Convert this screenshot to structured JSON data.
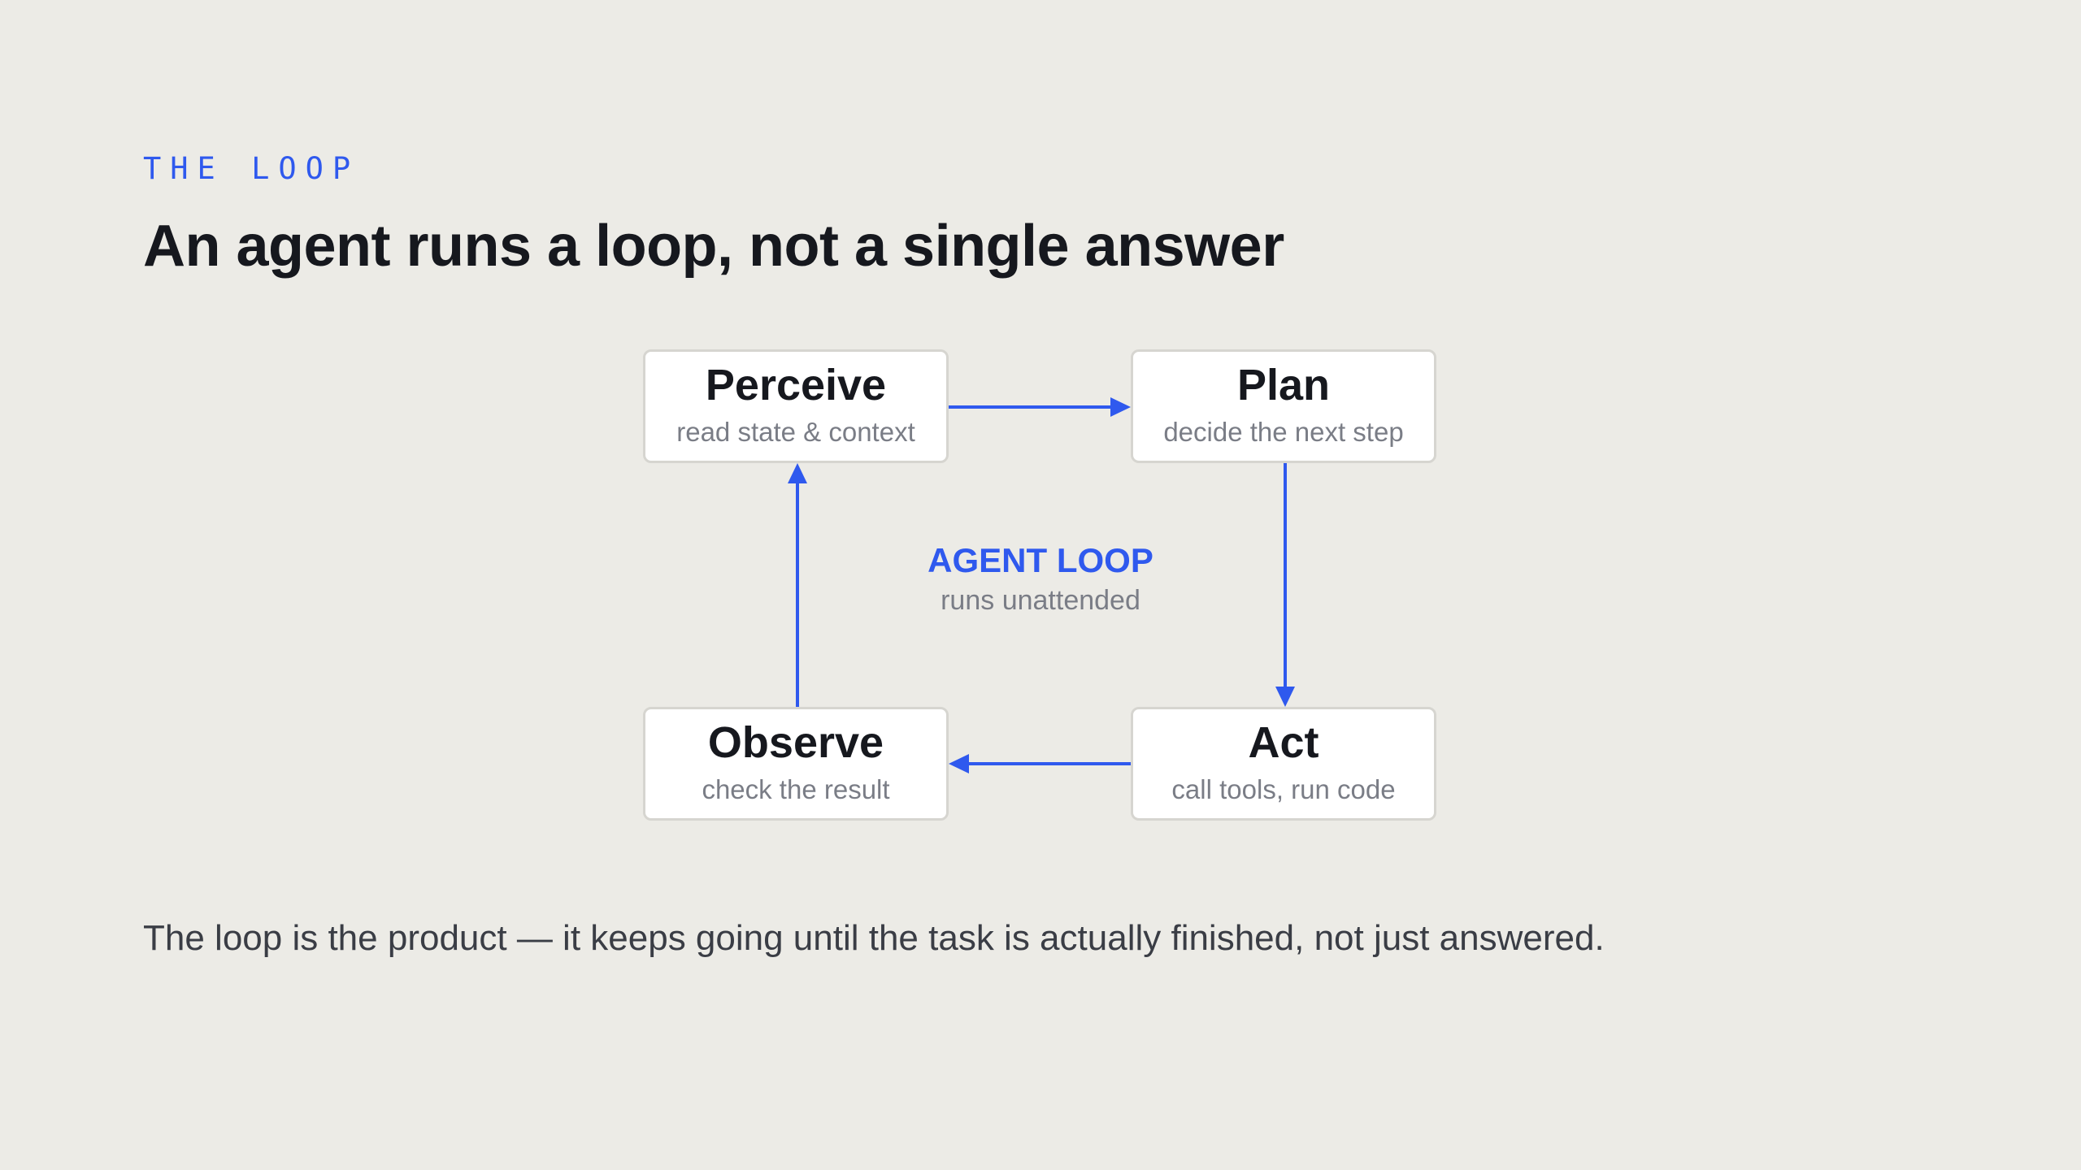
{
  "eyebrow": "THE LOOP",
  "title": "An agent runs a loop, not a single answer",
  "diagram": {
    "nodes": [
      {
        "id": "perceive",
        "title": "Perceive",
        "subtitle": "read state & context"
      },
      {
        "id": "plan",
        "title": "Plan",
        "subtitle": "decide the next step"
      },
      {
        "id": "act",
        "title": "Act",
        "subtitle": "call tools, run code"
      },
      {
        "id": "observe",
        "title": "Observe",
        "subtitle": "check the result"
      }
    ],
    "edges": [
      {
        "from": "perceive",
        "to": "plan"
      },
      {
        "from": "plan",
        "to": "act"
      },
      {
        "from": "act",
        "to": "observe"
      },
      {
        "from": "observe",
        "to": "perceive"
      }
    ],
    "center": {
      "title": "AGENT LOOP",
      "subtitle": "runs unattended"
    }
  },
  "caption": "The loop is the product — it keeps going until the task is actually finished, not just answered.",
  "colors": {
    "accent": "#2f59ee",
    "background": "#ecebe6",
    "text": "#16181e",
    "muted": "#7a7d86"
  }
}
